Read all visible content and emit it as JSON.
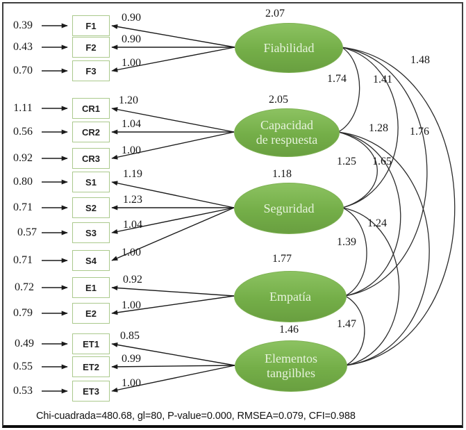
{
  "model": {
    "factors": [
      {
        "name": "Fiabilidad",
        "line1": "Fiabilidad",
        "line2": "",
        "variance": "2.07",
        "indicators": [
          {
            "id": "F1",
            "error": "0.39",
            "loading": "0.90"
          },
          {
            "id": "F2",
            "error": "0.43",
            "loading": "0.90"
          },
          {
            "id": "F3",
            "error": "0.70",
            "loading": "1.00"
          }
        ]
      },
      {
        "name": "Capacidad de respuesta",
        "line1": "Capacidad",
        "line2": "de respuesta",
        "variance": "2.05",
        "indicators": [
          {
            "id": "CR1",
            "error": "1.11",
            "loading": "1.20"
          },
          {
            "id": "CR2",
            "error": "0.56",
            "loading": "1.04"
          },
          {
            "id": "CR3",
            "error": "0.92",
            "loading": "1.00"
          }
        ]
      },
      {
        "name": "Seguridad",
        "line1": "Seguridad",
        "line2": "",
        "variance": "1.18",
        "indicators": [
          {
            "id": "S1",
            "error": "0.80",
            "loading": "1.19"
          },
          {
            "id": "S2",
            "error": "0.71",
            "loading": "1.23"
          },
          {
            "id": "S3",
            "error": "0.57",
            "loading": "1.04"
          },
          {
            "id": "S4",
            "error": "0.71",
            "loading": "1.00"
          }
        ]
      },
      {
        "name": "Empatía",
        "line1": "Empatía",
        "line2": "",
        "variance": "1.77",
        "indicators": [
          {
            "id": "E1",
            "error": "0.72",
            "loading": "0.92"
          },
          {
            "id": "E2",
            "error": "0.79",
            "loading": "1.00"
          }
        ]
      },
      {
        "name": "Elementos tangilbles",
        "line1": "Elementos",
        "line2": "tangilbles",
        "variance": "1.46",
        "indicators": [
          {
            "id": "ET1",
            "error": "0.49",
            "loading": "0.85"
          },
          {
            "id": "ET2",
            "error": "0.55",
            "loading": "0.99"
          },
          {
            "id": "ET3",
            "error": "0.53",
            "loading": "1.00"
          }
        ]
      }
    ],
    "covariances": [
      {
        "between": "Fiabilidad ↔ Capacidad de respuesta",
        "value": "1.74"
      },
      {
        "between": "Fiabilidad ↔ Seguridad",
        "value": "1.41"
      },
      {
        "between": "Fiabilidad ↔ Empatía",
        "value": "1.76"
      },
      {
        "between": "Fiabilidad ↔ Elementos tangilbles",
        "value": "1.48"
      },
      {
        "between": "Capacidad de respuesta ↔ Seguridad",
        "value": "1.25"
      },
      {
        "between": "Capacidad de respuesta ↔ Empatía",
        "value": "1.65"
      },
      {
        "between": "Capacidad de respuesta ↔ Elementos tangilbles",
        "value": "1.28"
      },
      {
        "between": "Seguridad ↔ Empatía",
        "value": "1.39"
      },
      {
        "between": "Seguridad ↔ Elementos tangilbles",
        "value": "1.24"
      },
      {
        "between": "Empatía ↔ Elementos tangilbles",
        "value": "1.47"
      }
    ],
    "fit_stats": "Chi-cuadrada=480.68, gl=80, P-value=0.000, RMSEA=0.079, CFI=0.988"
  },
  "colors": {
    "latent_fill_top": "#8cc261",
    "latent_fill_bottom": "#699f40",
    "latent_text": "#e7f3dd",
    "box_border": "#aac98c",
    "arrow": "#1a1a1a"
  }
}
